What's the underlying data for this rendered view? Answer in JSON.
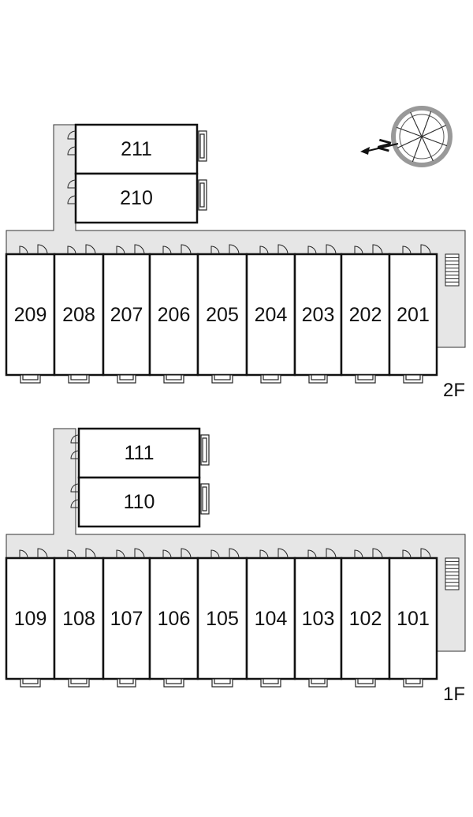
{
  "floors": [
    {
      "label": "2F",
      "row_rooms": [
        "209",
        "208",
        "207",
        "206",
        "205",
        "204",
        "203",
        "202",
        "201"
      ],
      "wing_rooms": [
        "211",
        "210"
      ]
    },
    {
      "label": "1F",
      "row_rooms": [
        "109",
        "108",
        "107",
        "106",
        "105",
        "104",
        "103",
        "102",
        "101"
      ],
      "wing_rooms": [
        "111",
        "110"
      ]
    }
  ],
  "compass": {
    "north_letter": "N"
  },
  "colors": {
    "corridor": "#e6e6e6",
    "wall": "#111111",
    "compass_ring": "#999999"
  }
}
